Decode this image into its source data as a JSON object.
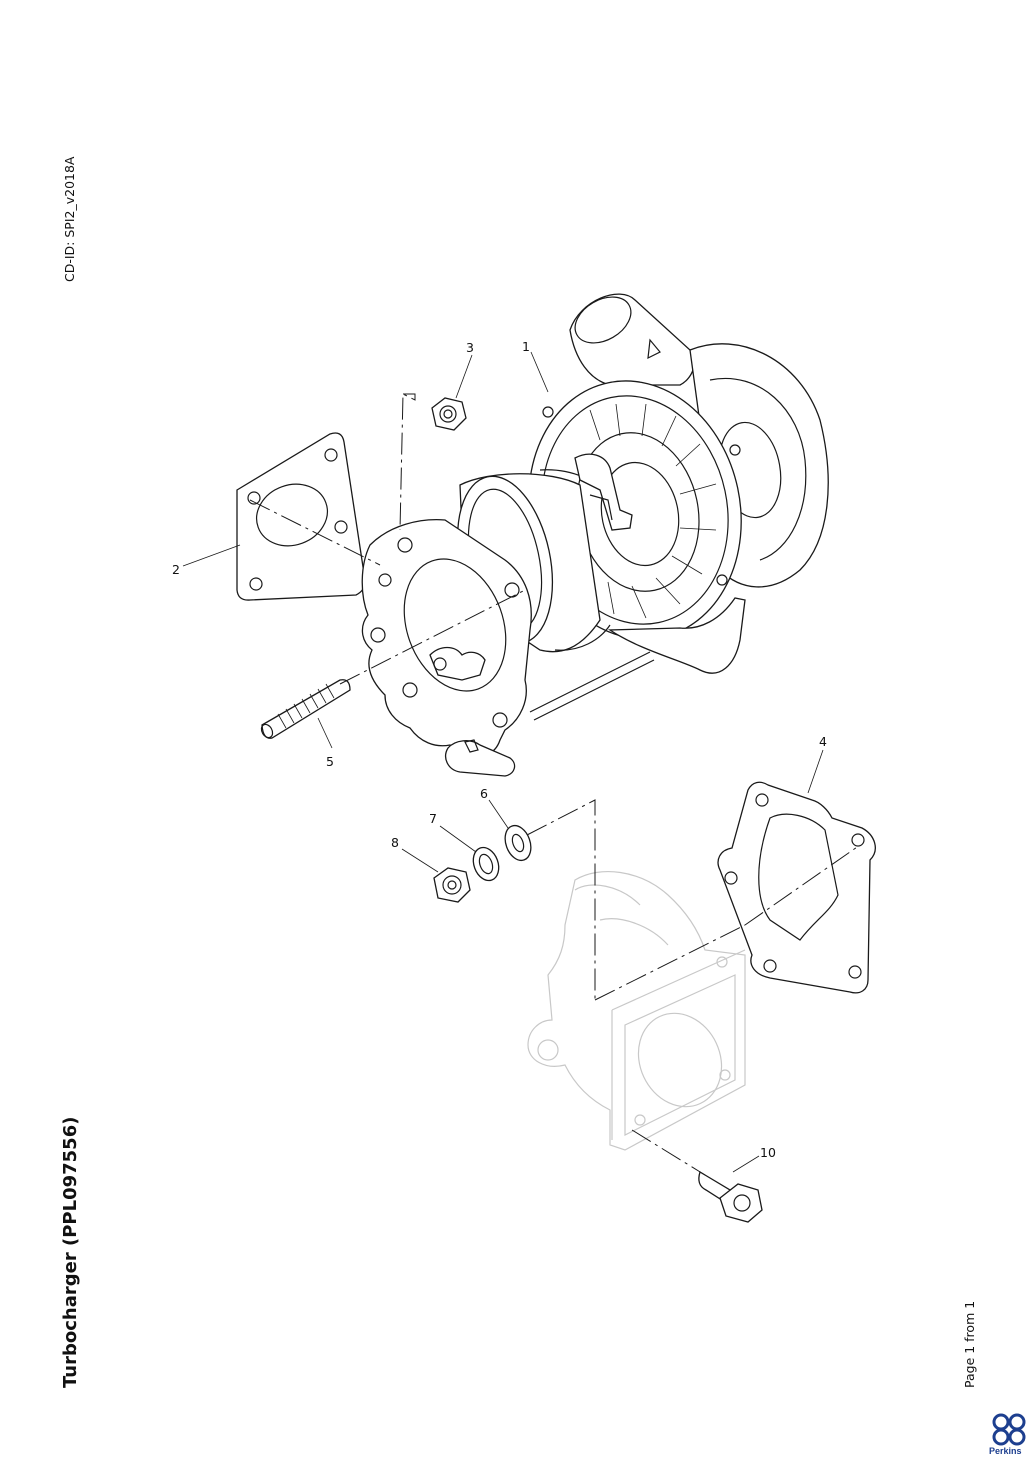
{
  "document": {
    "cd_id": "CD-ID: SPI2_v2018A",
    "title": "Turbocharger (PPL097556)",
    "page_label": "Page 1 from 1",
    "brand": "Perkins"
  },
  "colors": {
    "line": "#1a1a1a",
    "ghost_line": "#c8c8c8",
    "brand_blue": "#1d3f8f"
  },
  "callouts": [
    {
      "id": "1",
      "label": "1"
    },
    {
      "id": "2",
      "label": "2"
    },
    {
      "id": "3",
      "label": "3"
    },
    {
      "id": "4",
      "label": "4"
    },
    {
      "id": "5",
      "label": "5"
    },
    {
      "id": "6",
      "label": "6"
    },
    {
      "id": "7",
      "label": "7"
    },
    {
      "id": "8",
      "label": "8"
    },
    {
      "id": "10",
      "label": "10"
    }
  ]
}
